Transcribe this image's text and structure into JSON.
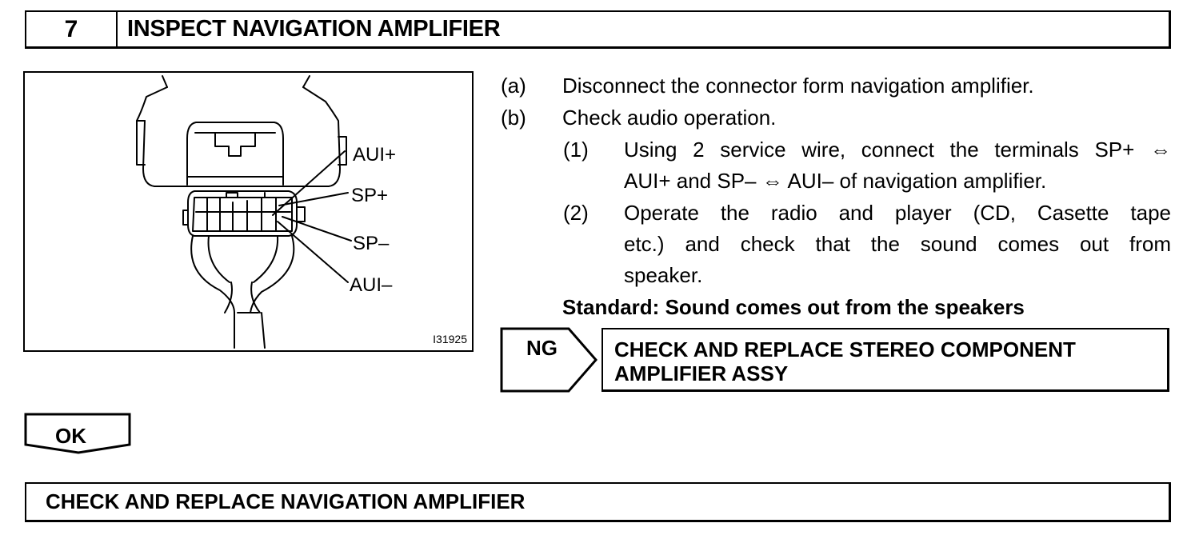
{
  "header": {
    "step_number": "7",
    "title": "INSPECT NAVIGATION AMPLIFIER"
  },
  "figure": {
    "labels": {
      "aui_plus": "AUI+",
      "sp_plus": "SP+",
      "sp_minus": "SP–",
      "aui_minus": "AUI–"
    },
    "figure_id": "I31925"
  },
  "steps": {
    "a_mark": "(a)",
    "a_text": "Disconnect the connector form navigation amplifier.",
    "b_mark": "(b)",
    "b_text": "Check audio operation.",
    "s1_mark": "(1)",
    "s1_line1": "Using 2 service wire, connect the terminals SP+ ⇔",
    "s1_line2": "AUI+ and SP– ⇔ AUI– of navigation amplifier.",
    "s2_mark": "(2)",
    "s2_line1": "Operate the radio and player (CD, Casette tape",
    "s2_line2": "etc.) and check that the sound comes out from",
    "s2_line3": "speaker.",
    "standard": "Standard: Sound comes out from the speakers"
  },
  "ng": {
    "label": "NG",
    "result_line1": "CHECK AND REPLACE STEREO COMPONENT",
    "result_line2": "AMPLIFIER ASSY"
  },
  "ok": {
    "label": "OK"
  },
  "final": {
    "text": "CHECK AND REPLACE NAVIGATION AMPLIFIER"
  }
}
